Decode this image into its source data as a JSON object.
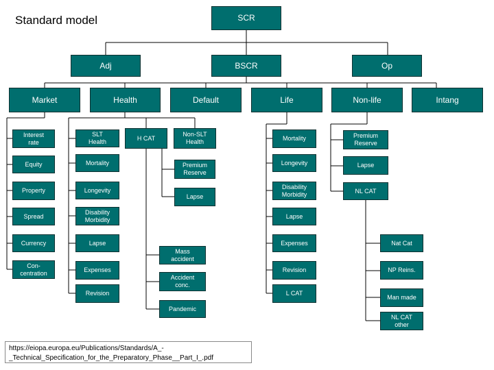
{
  "title": "Standard model",
  "source": "https://eiopa.europa.eu/Publications/Standards/A_-\n_Technical_Specification_for_the_Preparatory_Phase__Part_I_.pdf",
  "colors": {
    "node_fill": "#006e6e",
    "node_text": "#ffffff",
    "line": "#000000"
  },
  "top": {
    "scr": "SCR",
    "adj": "Adj",
    "bscr": "BSCR",
    "op": "Op"
  },
  "modules": {
    "market": "Market",
    "health": "Health",
    "default": "Default",
    "life": "Life",
    "nonlife": "Non-life",
    "intang": "Intang"
  },
  "market_items": [
    "Interest\nrate",
    "Equity",
    "Property",
    "Spread",
    "Currency",
    "Con-\ncentration"
  ],
  "health_slt_items": [
    "SLT\nHealth",
    "Mortality",
    "Longevity",
    "Disability\nMorbidity",
    "Lapse",
    "Expenses",
    "Revision"
  ],
  "health_cat": {
    "label": "H CAT",
    "items": [
      "Mass\naccident",
      "Accident\nconc.",
      "Pandemic"
    ]
  },
  "health_nonslt": {
    "label": "Non-SLT\nHealth",
    "items": [
      "Premium\nReserve",
      "Lapse"
    ]
  },
  "life_items": [
    "Mortality",
    "Longevity",
    "Disability\nMorbidity",
    "Lapse",
    "Expenses",
    "Revision",
    "L CAT"
  ],
  "nonlife_items": [
    "Premium\nReserve",
    "Lapse",
    "NL CAT"
  ],
  "nl_cat_items": [
    "Nat Cat",
    "NP Reins.",
    "Man made",
    "NL CAT\nother"
  ]
}
